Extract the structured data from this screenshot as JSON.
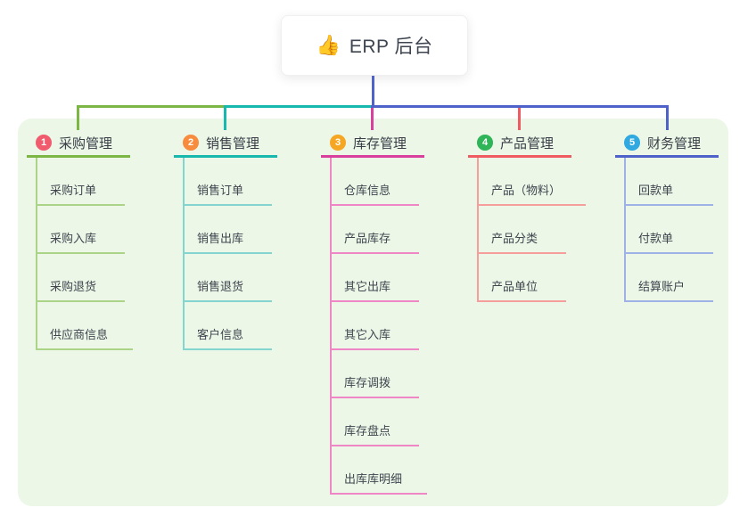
{
  "root": {
    "icon": "👍",
    "label": "ERP 后台"
  },
  "canvas": {
    "panel_bg": "#ECF7E8",
    "root_connector_color": "#4E62C9",
    "text_color": "#40454E"
  },
  "branches": [
    {
      "num": "1",
      "title": "采购管理",
      "badge_color": "#F05B6D",
      "line_color": "#7CB645",
      "child_line_color": "#ABD489",
      "children": [
        "采购订单",
        "采购入库",
        "采购退货",
        "供应商信息"
      ]
    },
    {
      "num": "2",
      "title": "销售管理",
      "badge_color": "#F78C3E",
      "line_color": "#17B8AE",
      "child_line_color": "#82D6CF",
      "children": [
        "销售订单",
        "销售出库",
        "销售退货",
        "客户信息"
      ]
    },
    {
      "num": "3",
      "title": "库存管理",
      "badge_color": "#F5A623",
      "line_color": "#D9409E",
      "child_line_color": "#EF87C6",
      "children": [
        "仓库信息",
        "产品库存",
        "其它出库",
        "其它入库",
        "库存调拨",
        "库存盘点",
        "出库库明细"
      ]
    },
    {
      "num": "4",
      "title": "产品管理",
      "badge_color": "#2FB457",
      "line_color": "#F05B62",
      "child_line_color": "#F59E9B",
      "children": [
        "产品（物料）",
        "产品分类",
        "产品单位"
      ]
    },
    {
      "num": "5",
      "title": "财务管理",
      "badge_color": "#30A8E0",
      "line_color": "#4E62C9",
      "child_line_color": "#9FB2E8",
      "children": [
        "回款单",
        "付款单",
        "结算账户"
      ]
    }
  ]
}
